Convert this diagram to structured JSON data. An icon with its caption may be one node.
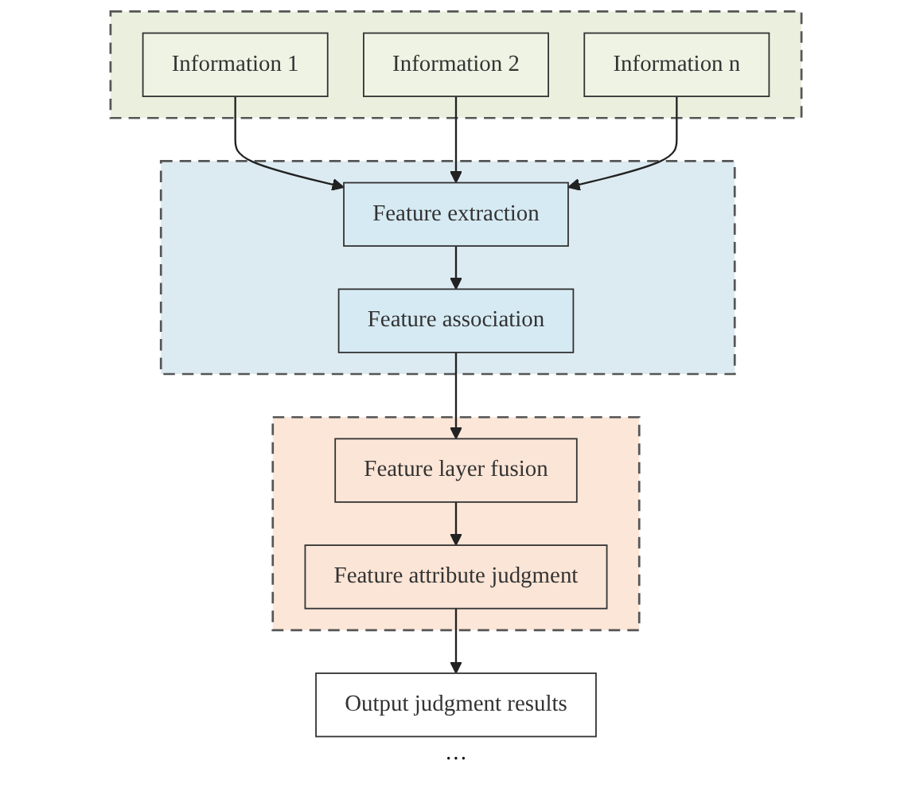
{
  "diagram": {
    "nodes": [
      {
        "text": [],
        "shape": "box"
      },
      {
        "text": [
          "Information 1"
        ],
        "in": 0
      },
      {
        "text": [
          "Information 2"
        ],
        "in": 0
      },
      {
        "text": [
          "Information n"
        ],
        "in": 0
      },
      {
        "text": [],
        "shape": "box"
      },
      {
        "text": [
          "Feature extraction"
        ],
        "in": 4
      },
      {
        "text": [
          "Feature association"
        ],
        "in": 4
      },
      {
        "text": [],
        "shape": "box"
      },
      {
        "text": [
          "Feature layer fusion"
        ],
        "in": 7
      },
      {
        "text": [
          "Feature attribute judgment"
        ],
        "in": 7
      },
      {
        "text": [
          "Output judgment results"
        ]
      }
    ],
    "edges": [
      {
        "from": 1,
        "to": 5,
        "arrow": "to"
      },
      {
        "from": 2,
        "to": 5,
        "arrow": "to"
      },
      {
        "from": 3,
        "to": 5,
        "arrow": "to"
      },
      {
        "from": 5,
        "to": 6,
        "arrow": "to"
      },
      {
        "from": 6,
        "to": 8,
        "arrow": "to"
      },
      {
        "from": 8,
        "to": 9,
        "arrow": "to"
      },
      {
        "from": 9,
        "to": 10,
        "arrow": "to"
      }
    ],
    "labels": [
      "···"
    ]
  }
}
